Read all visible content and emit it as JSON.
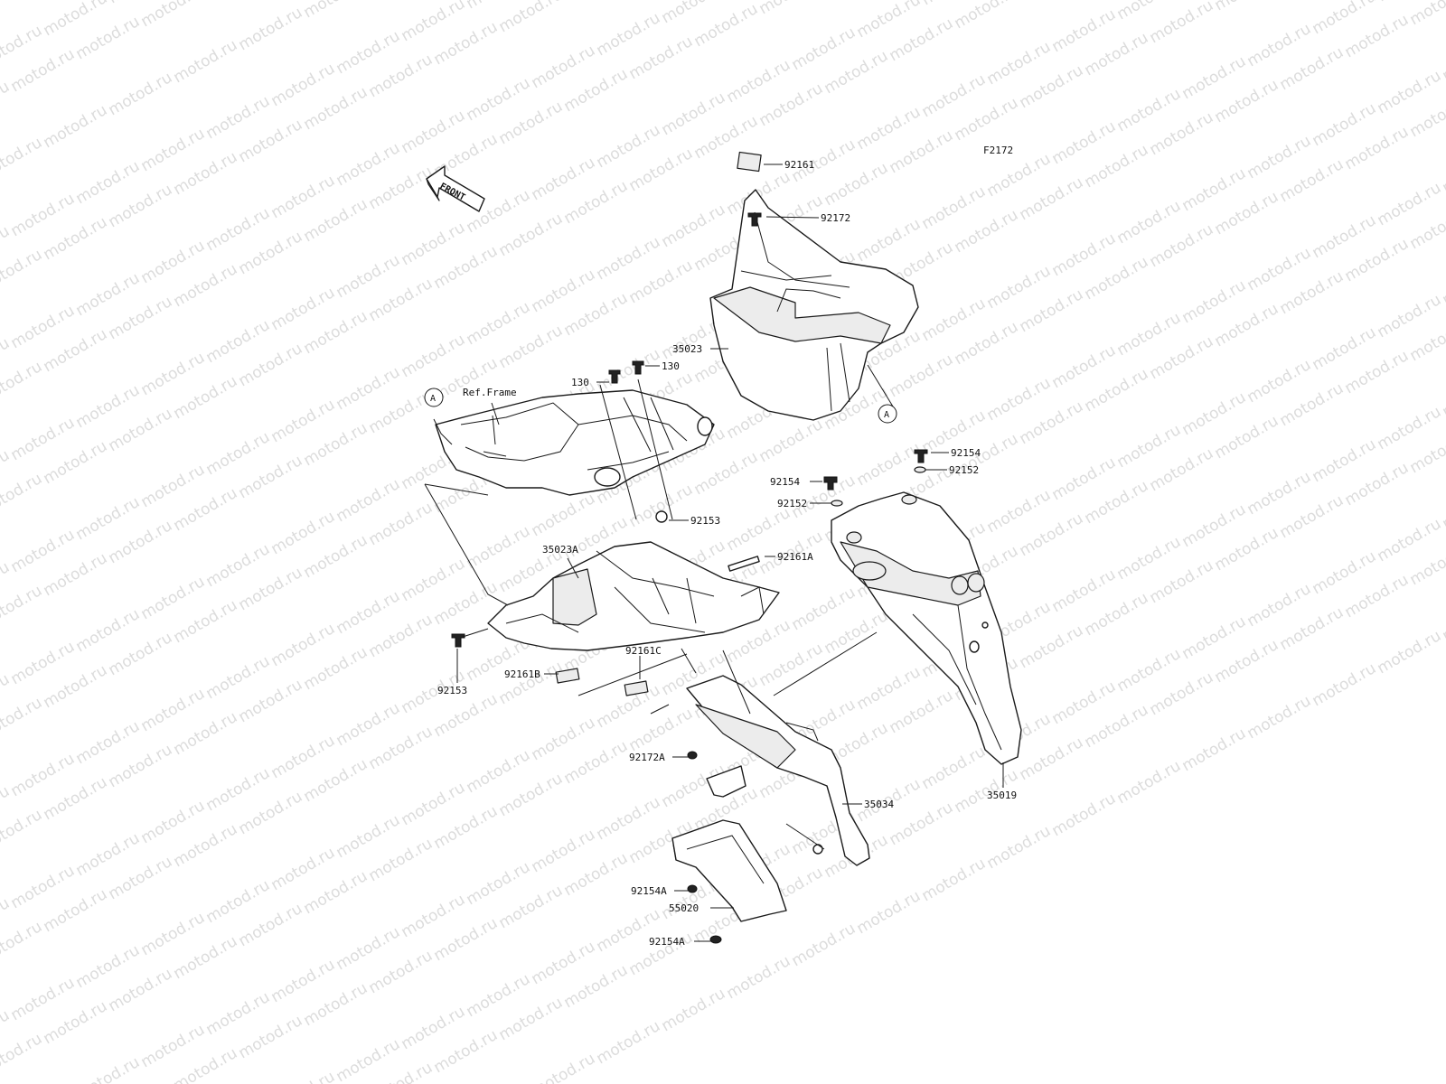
{
  "diagram": {
    "code": "F2172",
    "front_arrow_label": "FRONT",
    "ref_frame_label": "Ref.Frame",
    "watermark_text": "motod.ru",
    "callouts": [
      {
        "id": "callout-a-left",
        "text": "A"
      },
      {
        "id": "callout-a-right",
        "text": "A"
      }
    ],
    "labels": [
      {
        "id": "label-92161",
        "text": "92161"
      },
      {
        "id": "label-92172",
        "text": "92172"
      },
      {
        "id": "label-35023",
        "text": "35023"
      },
      {
        "id": "label-130-left",
        "text": "130"
      },
      {
        "id": "label-130-right",
        "text": "130"
      },
      {
        "id": "label-92154-top",
        "text": "92154"
      },
      {
        "id": "label-92152-top",
        "text": "92152"
      },
      {
        "id": "label-92154-mid",
        "text": "92154"
      },
      {
        "id": "label-92152-mid",
        "text": "92152"
      },
      {
        "id": "label-92153-top",
        "text": "92153"
      },
      {
        "id": "label-35023a",
        "text": "35023A"
      },
      {
        "id": "label-92161a",
        "text": "92161A"
      },
      {
        "id": "label-92153-bottom",
        "text": "92153"
      },
      {
        "id": "label-92161b",
        "text": "92161B"
      },
      {
        "id": "label-92161c",
        "text": "92161C"
      },
      {
        "id": "label-92172a",
        "text": "92172A"
      },
      {
        "id": "label-35034",
        "text": "35034"
      },
      {
        "id": "label-35019",
        "text": "35019"
      },
      {
        "id": "label-92154a-top",
        "text": "92154A"
      },
      {
        "id": "label-55020",
        "text": "55020"
      },
      {
        "id": "label-92154a-bottom",
        "text": "92154A"
      }
    ]
  }
}
